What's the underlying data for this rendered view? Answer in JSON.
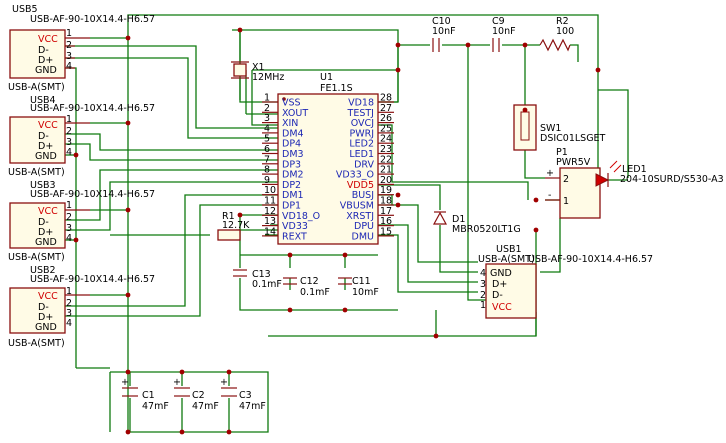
{
  "usb_connectors": [
    {
      "ref": "USB5",
      "footprint": "USB-AF-90-10X14.4-H6.57",
      "type": "USB-A(SMT)",
      "pins": [
        {
          "name": "VCC",
          "num": "1"
        },
        {
          "name": "D-",
          "num": "2"
        },
        {
          "name": "D+",
          "num": "3"
        },
        {
          "name": "GND",
          "num": "4"
        }
      ]
    },
    {
      "ref": "USB4",
      "footprint": "USB-AF-90-10X14.4-H6.57",
      "type": "USB-A(SMT)",
      "pins": [
        {
          "name": "VCC",
          "num": "1"
        },
        {
          "name": "D-",
          "num": "2"
        },
        {
          "name": "D+",
          "num": "3"
        },
        {
          "name": "GND",
          "num": "4"
        }
      ]
    },
    {
      "ref": "USB3",
      "footprint": "USB-AF-90-10X14.4-H6.57",
      "type": "USB-A(SMT)",
      "pins": [
        {
          "name": "VCC",
          "num": "1"
        },
        {
          "name": "D-",
          "num": "2"
        },
        {
          "name": "D+",
          "num": "3"
        },
        {
          "name": "GND",
          "num": "4"
        }
      ]
    },
    {
      "ref": "USB2",
      "footprint": "USB-AF-90-10X14.4-H6.57",
      "type": "USB-A(SMT)",
      "pins": [
        {
          "name": "VCC",
          "num": "1"
        },
        {
          "name": "D-",
          "num": "2"
        },
        {
          "name": "D+",
          "num": "3"
        },
        {
          "name": "GND",
          "num": "4"
        }
      ]
    }
  ],
  "usb1": {
    "ref": "USB1",
    "footprint": "USB-AF-90-10X14.4-H6.57",
    "type": "USB-A(SMT)",
    "pins": [
      {
        "name": "GND",
        "num": "4"
      },
      {
        "name": "D+",
        "num": "3"
      },
      {
        "name": "D-",
        "num": "2"
      },
      {
        "name": "VCC",
        "num": "1"
      }
    ]
  },
  "u1": {
    "ref": "U1",
    "value": "FE1.1S",
    "left_pins": [
      {
        "num": "1",
        "name": "VSS"
      },
      {
        "num": "2",
        "name": "XOUT"
      },
      {
        "num": "3",
        "name": "XIN"
      },
      {
        "num": "4",
        "name": "DM4"
      },
      {
        "num": "5",
        "name": "DP4"
      },
      {
        "num": "6",
        "name": "DM3"
      },
      {
        "num": "7",
        "name": "DP3"
      },
      {
        "num": "8",
        "name": "DM2"
      },
      {
        "num": "9",
        "name": "DP2"
      },
      {
        "num": "10",
        "name": "DM1"
      },
      {
        "num": "11",
        "name": "DP1"
      },
      {
        "num": "12",
        "name": "VD18_O"
      },
      {
        "num": "13",
        "name": "VD33"
      },
      {
        "num": "14",
        "name": "REXT"
      }
    ],
    "right_pins": [
      {
        "num": "28",
        "name": "VD18"
      },
      {
        "num": "27",
        "name": "TESTJ"
      },
      {
        "num": "26",
        "name": "OVCJ"
      },
      {
        "num": "25",
        "name": "PWRJ"
      },
      {
        "num": "24",
        "name": "LED2"
      },
      {
        "num": "23",
        "name": "LED1"
      },
      {
        "num": "22",
        "name": "DRV"
      },
      {
        "num": "21",
        "name": "VD33_O"
      },
      {
        "num": "20",
        "name": "VDD5",
        "highlight": true
      },
      {
        "num": "19",
        "name": "BUSJ"
      },
      {
        "num": "18",
        "name": "VBUSM"
      },
      {
        "num": "17",
        "name": "XRSTJ"
      },
      {
        "num": "16",
        "name": "DPU"
      },
      {
        "num": "15",
        "name": "DMU"
      }
    ]
  },
  "crystal": {
    "ref": "X1",
    "value": "12MHz"
  },
  "c10": {
    "ref": "C10",
    "value": "10nF"
  },
  "c9": {
    "ref": "C9",
    "value": "10nF"
  },
  "r2": {
    "ref": "R2",
    "value": "100"
  },
  "sw1": {
    "ref": "SW1",
    "value": "DSIC01LSGET"
  },
  "p1": {
    "ref": "P1",
    "value": "PWR5V",
    "pin2": "2",
    "pin1": "1",
    "plus": "+",
    "minus": "-"
  },
  "led1": {
    "ref": "LED1",
    "value": "204-10SURD/S530-A3"
  },
  "d1": {
    "ref": "D1",
    "value": "MBR0520LT1G"
  },
  "r1": {
    "ref": "R1",
    "value": "12.7K"
  },
  "c13": {
    "ref": "C13",
    "value": "0.1mF"
  },
  "c12": {
    "ref": "C12",
    "value": "0.1mF"
  },
  "c11": {
    "ref": "C11",
    "value": "10mF"
  },
  "bulk_caps": [
    {
      "ref": "C1",
      "value": "47mF",
      "plus": "+"
    },
    {
      "ref": "C2",
      "value": "47mF",
      "plus": "+"
    },
    {
      "ref": "C3",
      "value": "47mF",
      "plus": "+"
    }
  ]
}
